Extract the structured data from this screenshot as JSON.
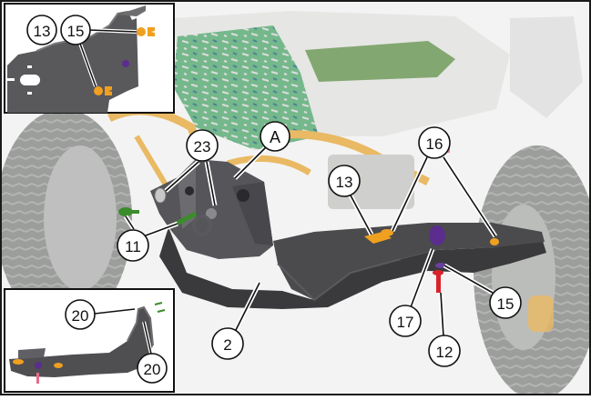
{
  "main_callouts": [
    {
      "label": "A"
    },
    {
      "label": "23"
    },
    {
      "label": "16"
    },
    {
      "label": "13"
    },
    {
      "label": "11"
    },
    {
      "label": "2"
    },
    {
      "label": "17"
    },
    {
      "label": "15"
    },
    {
      "label": "12"
    }
  ],
  "inset_top": {
    "callouts": [
      {
        "label": "13"
      },
      {
        "label": "15"
      }
    ]
  },
  "inset_bottom": {
    "callouts": [
      {
        "label": "20"
      },
      {
        "label": "20"
      }
    ]
  },
  "colors": {
    "border": "#1a1a1a",
    "skid_plate": "#3a3a3c",
    "bracket": "#55555a",
    "frame_orange": "#e8b04a",
    "fastener_orange": "#f0a020",
    "bolt_purple": "#5b2d8e",
    "bolt_red": "#d8232a",
    "bolt_green": "#3b8c2a",
    "fender_green": "#5fae7a",
    "seat_green": "#6f9a5a",
    "tire_gray": "#9a9c9a",
    "background": "#f4f4f4"
  }
}
